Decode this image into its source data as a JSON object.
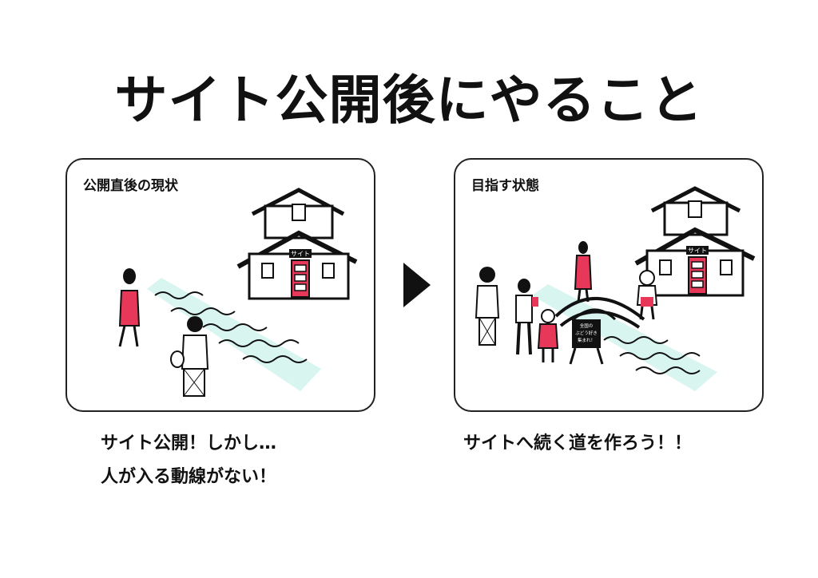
{
  "title": "サイト公開後にやること",
  "left_panel": {
    "label": "公開直後の現状",
    "sign": "サイト",
    "caption": [
      "サイト公開！しかし…",
      "人が入る動線がない！"
    ]
  },
  "right_panel": {
    "label": "目指す状態",
    "sign": "サイト",
    "board": [
      "全国の",
      "ぶどう好き",
      "集まれ！"
    ],
    "caption": [
      "サイトへ続く道を作ろう！！"
    ]
  },
  "colors": {
    "accent": "#e8385a",
    "road": "#d8f5ef",
    "ink": "#111111"
  },
  "icons": [
    "house-icon",
    "person-icon",
    "bridge-icon",
    "signboard-icon",
    "arrow-right-icon"
  ]
}
